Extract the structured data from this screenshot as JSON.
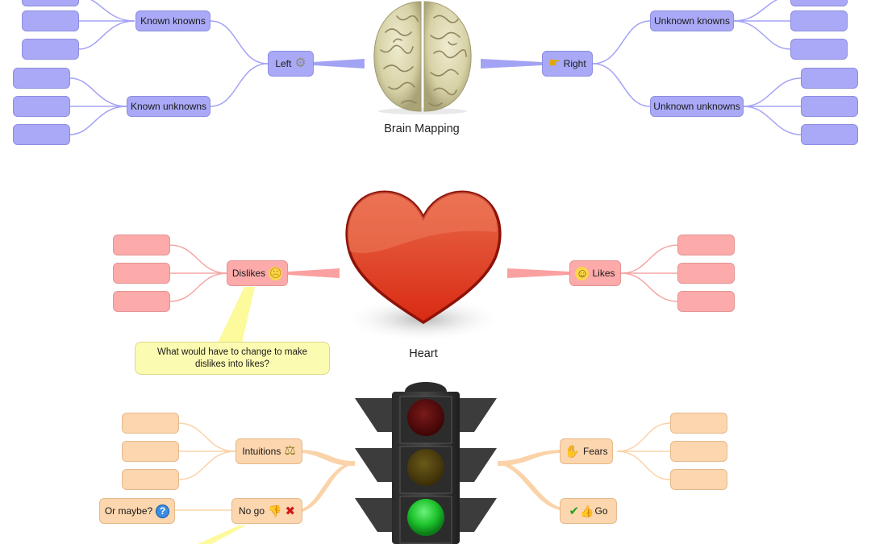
{
  "maps": {
    "brain": {
      "title": "Brain Mapping",
      "color": "#a9a9f7",
      "left": {
        "label": "Left",
        "icon": "gear-icon",
        "children": [
          {
            "label": "Known knowns",
            "leaves": [
              "",
              "",
              ""
            ]
          },
          {
            "label": "Known unknowns",
            "leaves": [
              "",
              "",
              ""
            ]
          }
        ]
      },
      "right": {
        "label": "Right",
        "icon": "pointing-hand-icon",
        "children": [
          {
            "label": "Unknown knowns",
            "leaves": [
              "",
              "",
              ""
            ]
          },
          {
            "label": "Unknown unknowns",
            "leaves": [
              "",
              "",
              ""
            ]
          }
        ]
      }
    },
    "heart": {
      "title": "Heart",
      "color": "#fcaaaa",
      "left": {
        "label": "Dislikes",
        "icon": "sad-face-icon",
        "leaves": [
          "",
          "",
          ""
        ]
      },
      "right": {
        "label": "Likes",
        "icon": "smiley-face-icon",
        "leaves": [
          "",
          "",
          ""
        ]
      },
      "note": "What would have to change to make dislikes into likes?"
    },
    "traffic": {
      "color": "#fcd6ae",
      "left": [
        {
          "label": "Intuitions",
          "icon": "scales-icon",
          "leaves": [
            "",
            "",
            ""
          ]
        },
        {
          "label": "No go",
          "icon": "thumbs-down-icon",
          "extra_icon": "red-x-icon",
          "sibling": {
            "label": "Or maybe?",
            "icon": "question-icon"
          }
        }
      ],
      "right": [
        {
          "label": "Fears",
          "icon": "raised-hand-icon",
          "leaves": [
            "",
            "",
            ""
          ]
        },
        {
          "label": "Go",
          "icon": "checkmark-icon",
          "extra_icon": "thumbs-up-icon"
        }
      ]
    }
  },
  "glyphs": {
    "gear": "⚙",
    "pointing_hand": "☛",
    "sad": "☹",
    "smile": "☺",
    "scales": "⚖",
    "thumbs_down": "👎",
    "red_x": "✖",
    "question": "?",
    "raised_hand": "✋",
    "check": "✔",
    "thumbs_up": "👍"
  }
}
